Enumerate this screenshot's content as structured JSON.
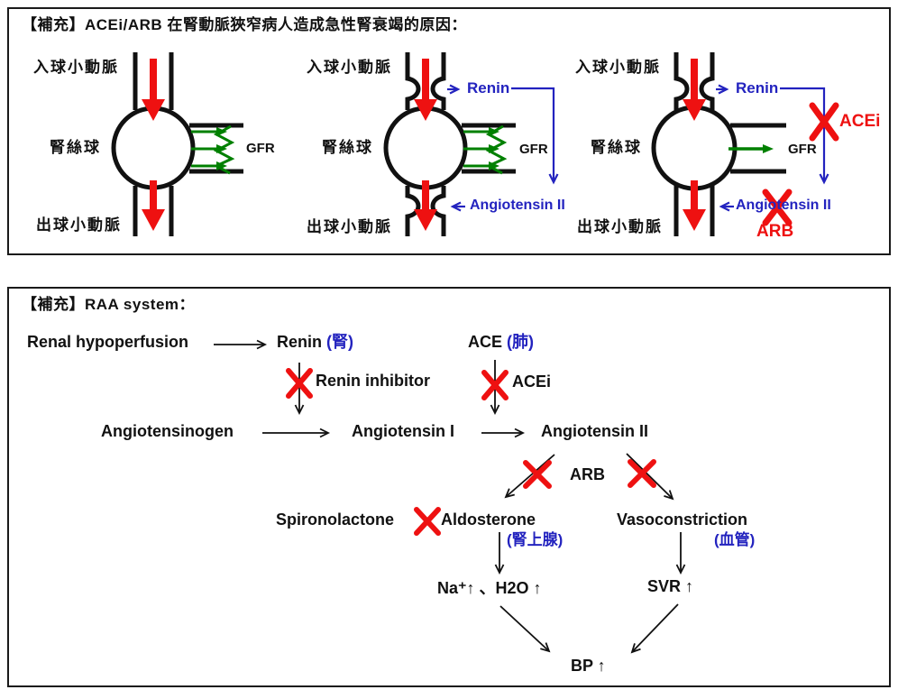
{
  "colors": {
    "red": "#EE1111",
    "blue": "#2323BF",
    "green": "#008000",
    "black": "#111111"
  },
  "panel1": {
    "title": "【補充】ACEi/ARB 在腎動脈狹窄病人造成急性腎衰竭的原因：",
    "labels": {
      "afferent": "入球小動脈",
      "glomerulus": "腎絲球",
      "efferent": "出球小動脈",
      "gfr": "GFR",
      "renin": "Renin",
      "angiotensin2": "Angiotensin II",
      "acei": "ACEi",
      "arb": "ARB"
    }
  },
  "panel2": {
    "title": "【補充】RAA system：",
    "nodes": {
      "renal_hypoperfusion": "Renal hypoperfusion",
      "renin": "Renin",
      "renin_organ": "(腎)",
      "ace": "ACE",
      "ace_organ": "(肺)",
      "renin_inhibitor": "Renin inhibitor",
      "acei": "ACEi",
      "angiotensinogen": "Angiotensinogen",
      "angiotensin1": "Angiotensin I",
      "angiotensin2": "Angiotensin II",
      "arb": "ARB",
      "spironolactone": "Spironolactone",
      "aldosterone": "Aldosterone",
      "aldosterone_organ": "(腎上腺)",
      "vasoconstriction": "Vasoconstriction",
      "vasoconstriction_organ": "(血管)",
      "na_h2o": "Na⁺↑ 、H2O ↑",
      "svr": "SVR ↑",
      "bp": "BP ↑"
    }
  }
}
